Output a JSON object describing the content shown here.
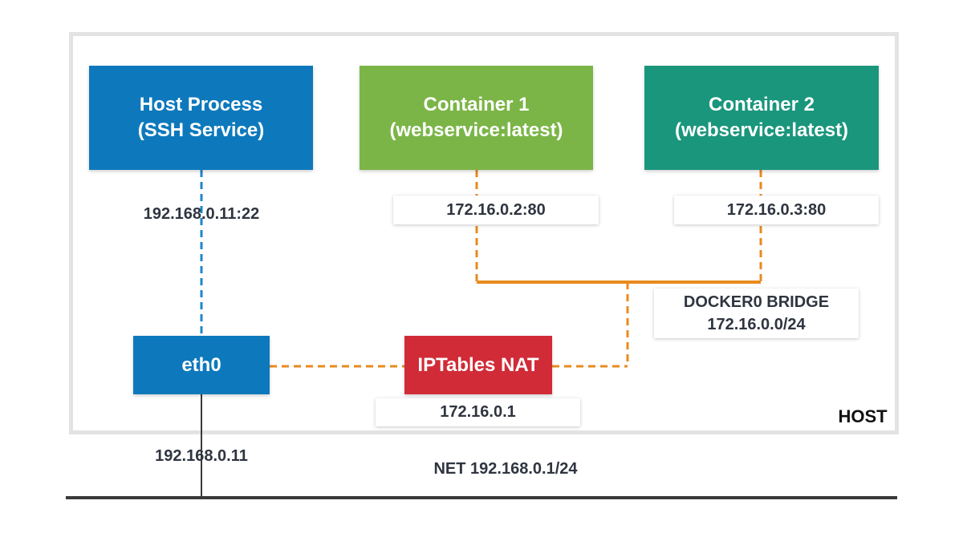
{
  "colors": {
    "host_process": "#0d79bc",
    "container1": "#7bb547",
    "container2": "#1a967d",
    "eth0": "#0d79bc",
    "iptables": "#d12b38",
    "bridge_line": "#e88a1e",
    "ssh_line": "#1f86c8",
    "net_line": "#3a3a3a",
    "host_frame": "#e3e3e3",
    "text_dark": "#2f3540"
  },
  "host_process": {
    "line1": "Host Process",
    "line2": "(SSH Service)",
    "address": "192.168.0.11:22"
  },
  "container1": {
    "line1": "Container 1",
    "line2": "(webservice:latest)",
    "address": "172.16.0.2:80"
  },
  "container2": {
    "line1": "Container 2",
    "line2": "(webservice:latest)",
    "address": "172.16.0.3:80"
  },
  "bridge": {
    "line1": "DOCKER0 BRIDGE",
    "line2": "172.16.0.0/24"
  },
  "eth0": {
    "label": "eth0",
    "address": "192.168.0.11"
  },
  "iptables": {
    "label": "IPTables NAT",
    "address": "172.16.0.1"
  },
  "host_label": "HOST",
  "net_label": "NET 192.168.0.1/24"
}
